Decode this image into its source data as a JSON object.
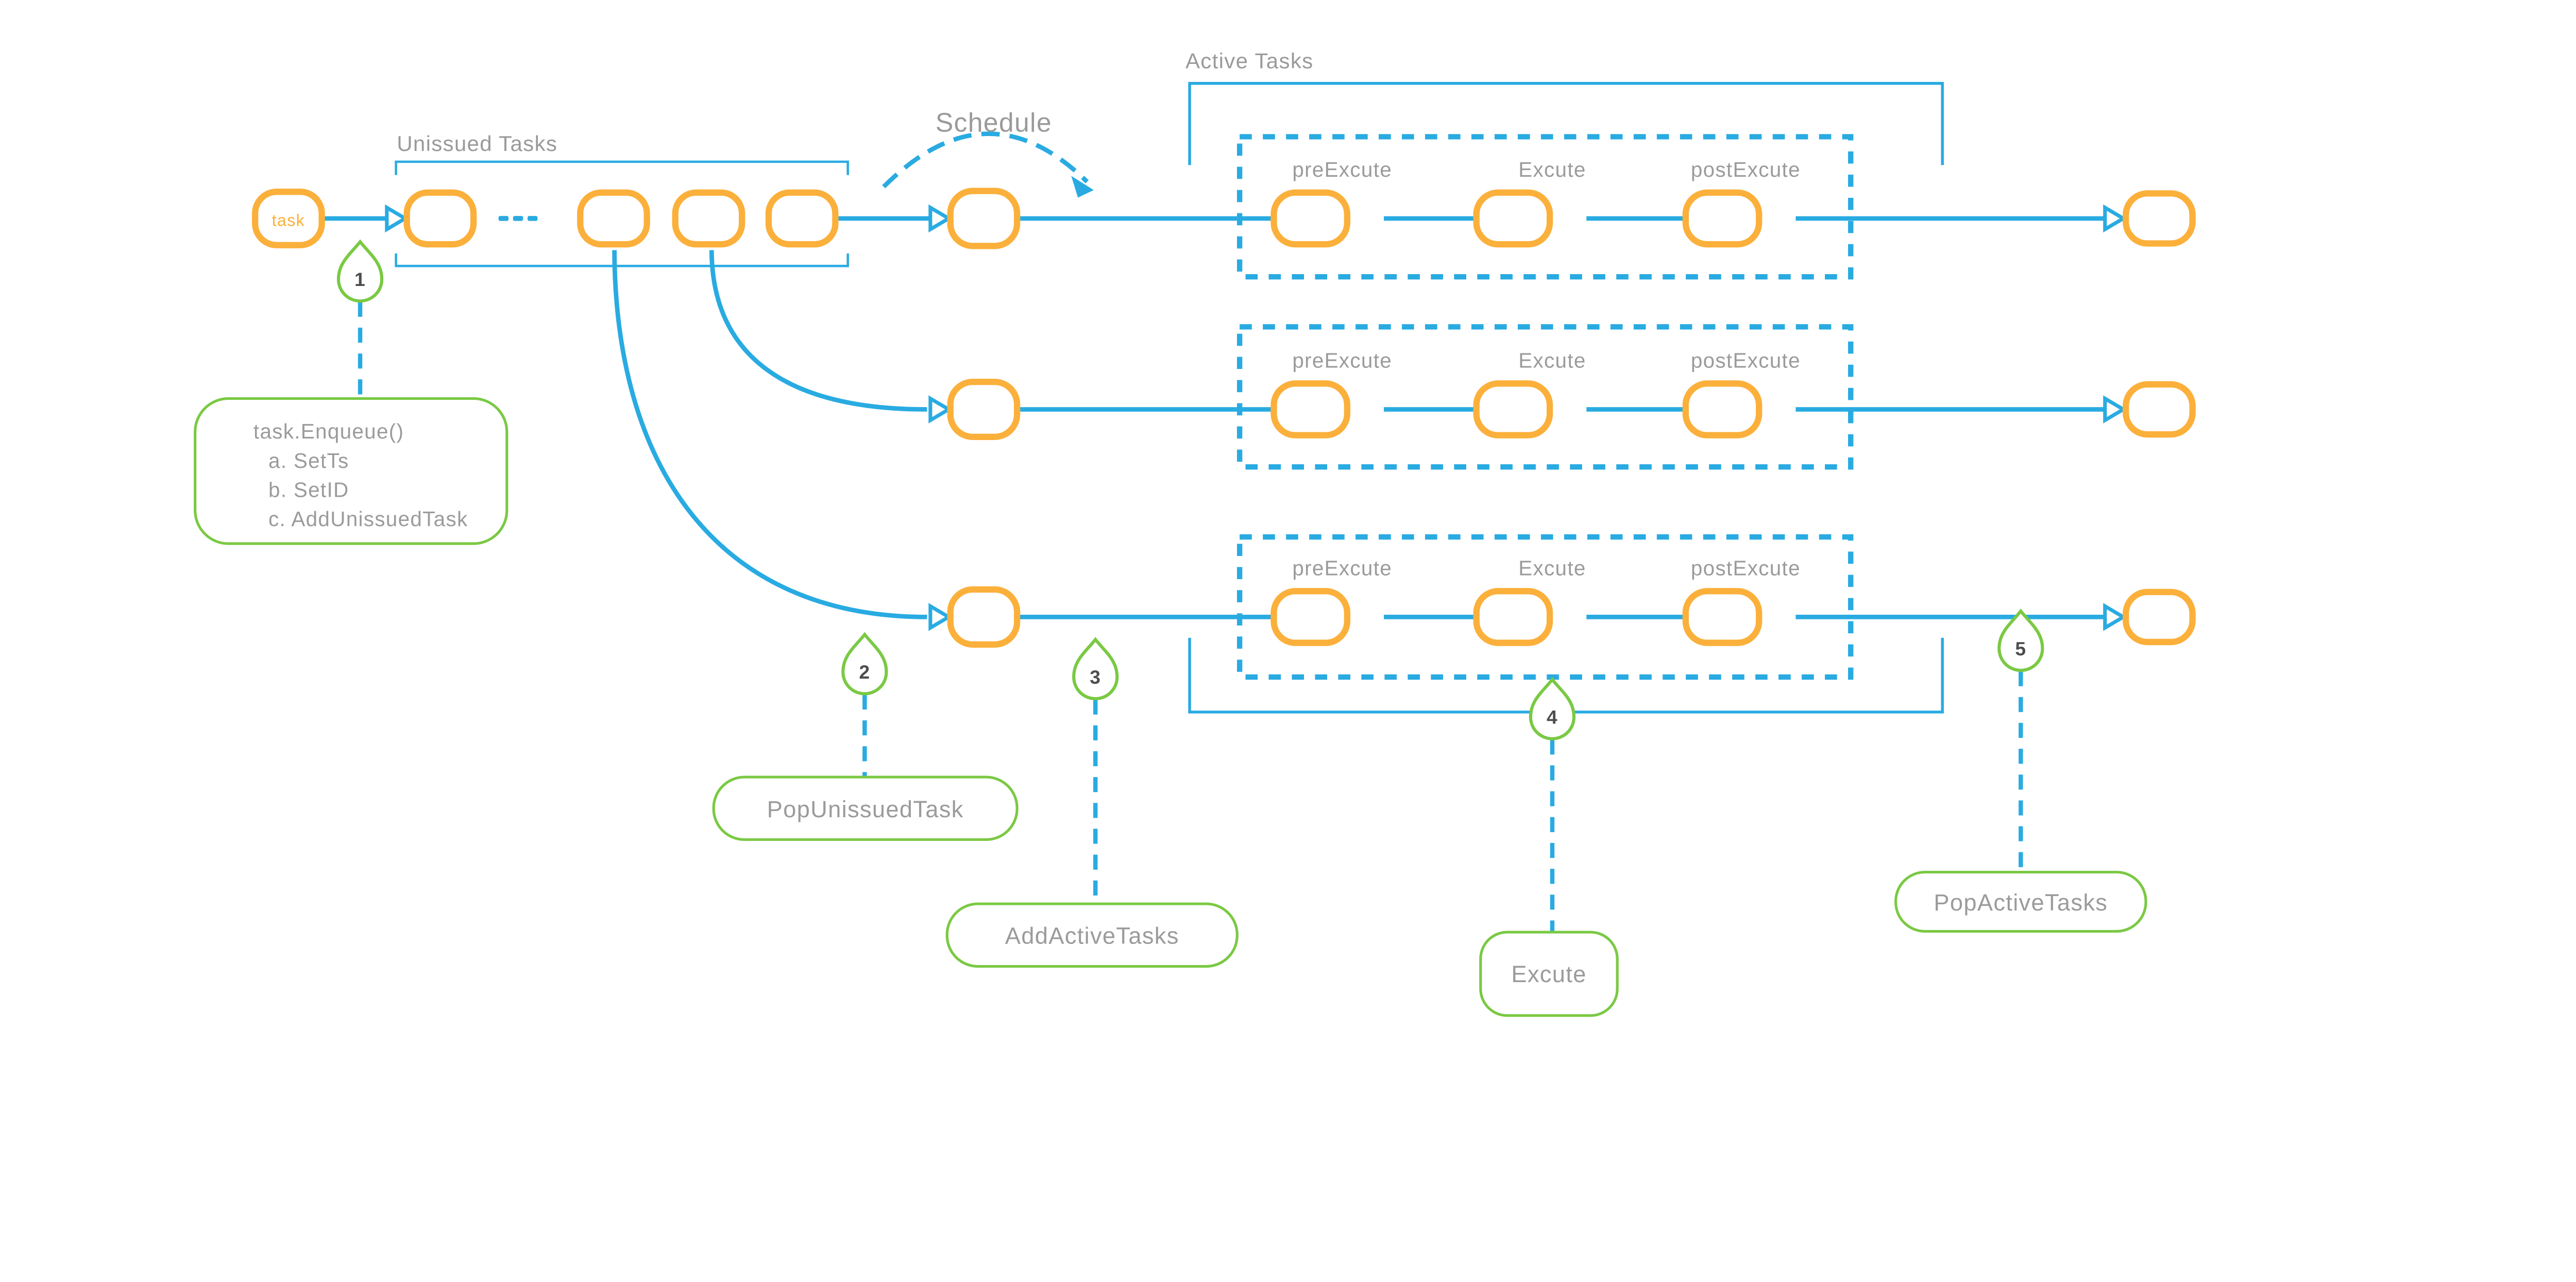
{
  "colors": {
    "accent_blue": "#29ABE2",
    "node_orange": "#FBB03B",
    "marker_green": "#7AC943",
    "label_gray": "#9b9b9b",
    "number_dark": "#4d4d4d"
  },
  "task_node": {
    "label": "task"
  },
  "groups": {
    "unissued": {
      "label": "Unissued Tasks"
    },
    "schedule": {
      "label": "Schedule"
    },
    "active": {
      "label": "Active Tasks"
    }
  },
  "rows": [
    {
      "stages": [
        "preExcute",
        "Excute",
        "postExcute"
      ]
    },
    {
      "stages": [
        "preExcute",
        "Excute",
        "postExcute"
      ]
    },
    {
      "stages": [
        "preExcute",
        "Excute",
        "postExcute"
      ]
    }
  ],
  "markers": [
    {
      "number": "1",
      "label_lines": [
        "task.Enqueue()",
        "a. SetTs",
        "b. SetID",
        "c. AddUnissuedTask"
      ]
    },
    {
      "number": "2",
      "label": "PopUnissuedTask"
    },
    {
      "number": "3",
      "label": "AddActiveTasks"
    },
    {
      "number": "4",
      "label": "Excute"
    },
    {
      "number": "5",
      "label": "PopActiveTasks"
    }
  ]
}
